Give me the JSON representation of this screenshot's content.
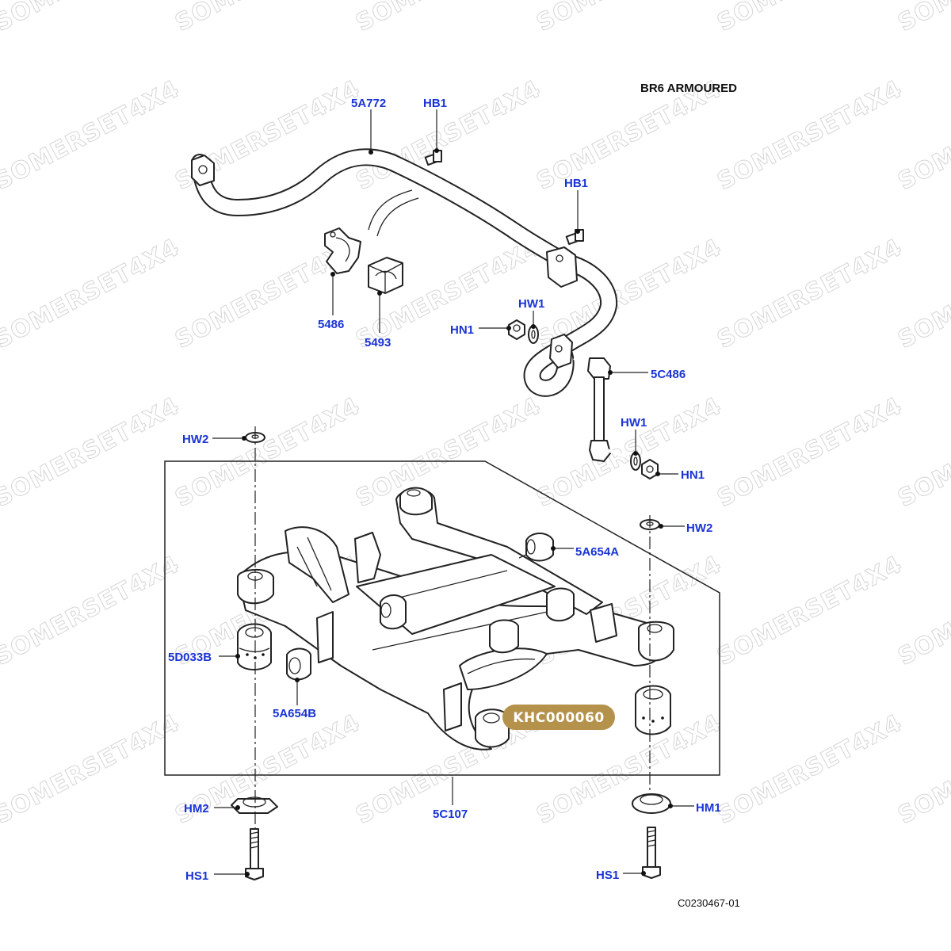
{
  "header": {
    "variant": "BR6 ARMOURED"
  },
  "reference": "C0230467-01",
  "watermark": "SOMERSET4X4",
  "badge": {
    "text": "KHC000060",
    "color": "#b5924b"
  },
  "colors": {
    "callout": "#1a33d6",
    "line": "#222222"
  },
  "callouts": {
    "5A772": "5A772",
    "HB1_top": "HB1",
    "HB1_mid": "HB1",
    "5486": "5486",
    "5493": "5493",
    "HW1_top": "HW1",
    "HN1_top": "HN1",
    "5C486": "5C486",
    "HW1_link": "HW1",
    "HN1_link": "HN1",
    "HW2_left": "HW2",
    "HW2_right": "HW2",
    "5A654A": "5A654A",
    "5D033B": "5D033B",
    "5A654B": "5A654B",
    "5C107": "5C107",
    "HM2": "HM2",
    "HM1": "HM1",
    "HS1_left": "HS1",
    "HS1_right": "HS1"
  }
}
